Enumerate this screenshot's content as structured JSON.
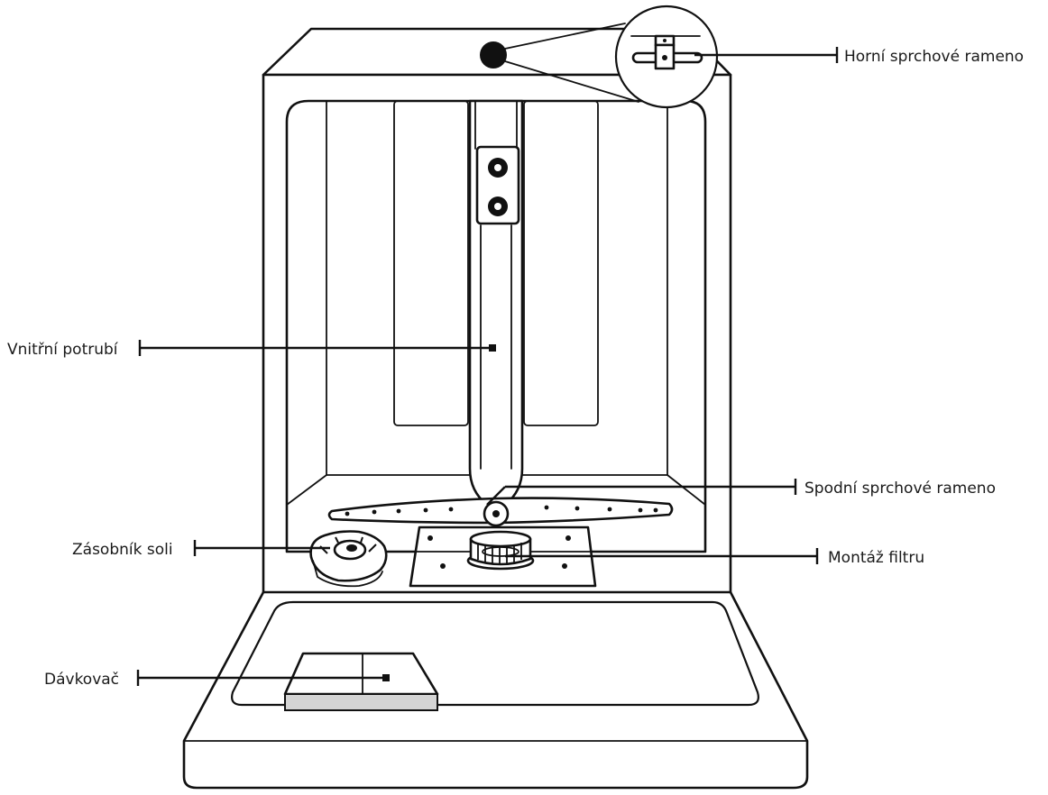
{
  "labels": {
    "upper_spray_arm": "Horní sprchové rameno",
    "inner_pipe": "Vnitřní potrubí",
    "lower_spray_arm": "Spodní sprchové rameno",
    "salt_container": "Zásobník soli",
    "filter_assembly": "Montáž filtru",
    "dispenser": "Dávkovač"
  }
}
